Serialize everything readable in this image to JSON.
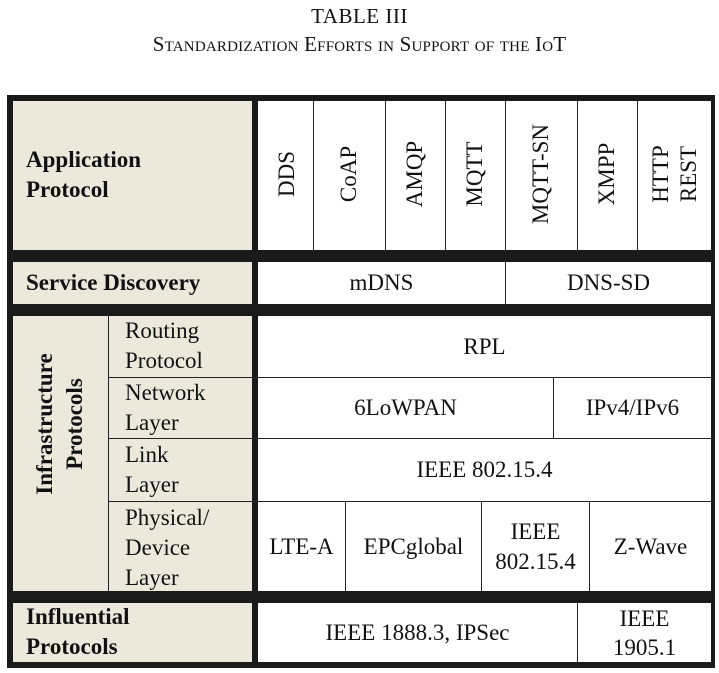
{
  "caption": {
    "number": "TABLE III",
    "title": "Standardization Efforts in Support of the IoT"
  },
  "rows": {
    "application": {
      "label_line1": "Application",
      "label_line2": "Protocol",
      "protocols": [
        "DDS",
        "CoAP",
        "AMQP",
        "MQTT",
        "MQTT-SN",
        "XMPP"
      ],
      "http_line1": "HTTP",
      "http_line2": "REST"
    },
    "service_discovery": {
      "label": "Service Discovery",
      "items": [
        "mDNS",
        "DNS-SD"
      ]
    },
    "infrastructure": {
      "label_line1": "Infrastructure",
      "label_line2": "Protocols",
      "routing": {
        "label_line1": "Routing",
        "label_line2": "Protocol",
        "value": "RPL"
      },
      "network": {
        "label_line1": "Network",
        "label_line2": "Layer",
        "values": [
          "6LoWPAN",
          "IPv4/IPv6"
        ]
      },
      "link": {
        "label_line1": "Link",
        "label_line2": "Layer",
        "value": "IEEE 802.15.4"
      },
      "physical": {
        "label_line1": "Physical/",
        "label_line2": "Device",
        "label_line3": "Layer",
        "values": [
          "LTE-A",
          "EPCglobal"
        ],
        "ieee_line1": "IEEE",
        "ieee_line2": "802.15.4",
        "zwave": "Z-Wave"
      }
    },
    "influential": {
      "label_line1": "Influential",
      "label_line2": "Protocols",
      "value": "IEEE 1888.3, IPSec",
      "ieee_line1": "IEEE",
      "ieee_line2": "1905.1"
    }
  },
  "colors": {
    "header_bg": "#ece8dc",
    "border": "#1a1a1a"
  }
}
